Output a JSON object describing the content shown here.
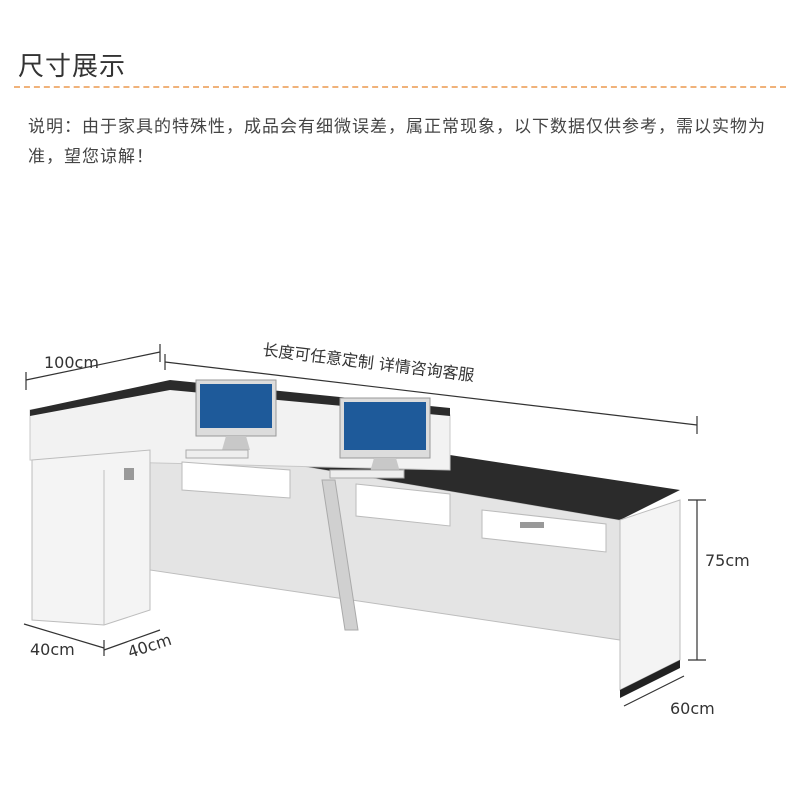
{
  "header": {
    "title": "尺寸展示",
    "note": "说明：由于家具的特殊性，成品会有细微误差，属正常现象，以下数据仅供参考，需以实物为准，望您谅解！"
  },
  "dimensions": {
    "top_left_width": "100cm",
    "length_label": "长度可任意定制 详情咨询客服",
    "height": "75cm",
    "base_depth": "40cm",
    "base_width": "40cm",
    "depth": "60cm"
  },
  "colors": {
    "countertop": "#2b2b2b",
    "panel_white": "#f2f2f2",
    "panel_grey": "#dcdcdc",
    "accent_divider": "#f0b27a"
  }
}
